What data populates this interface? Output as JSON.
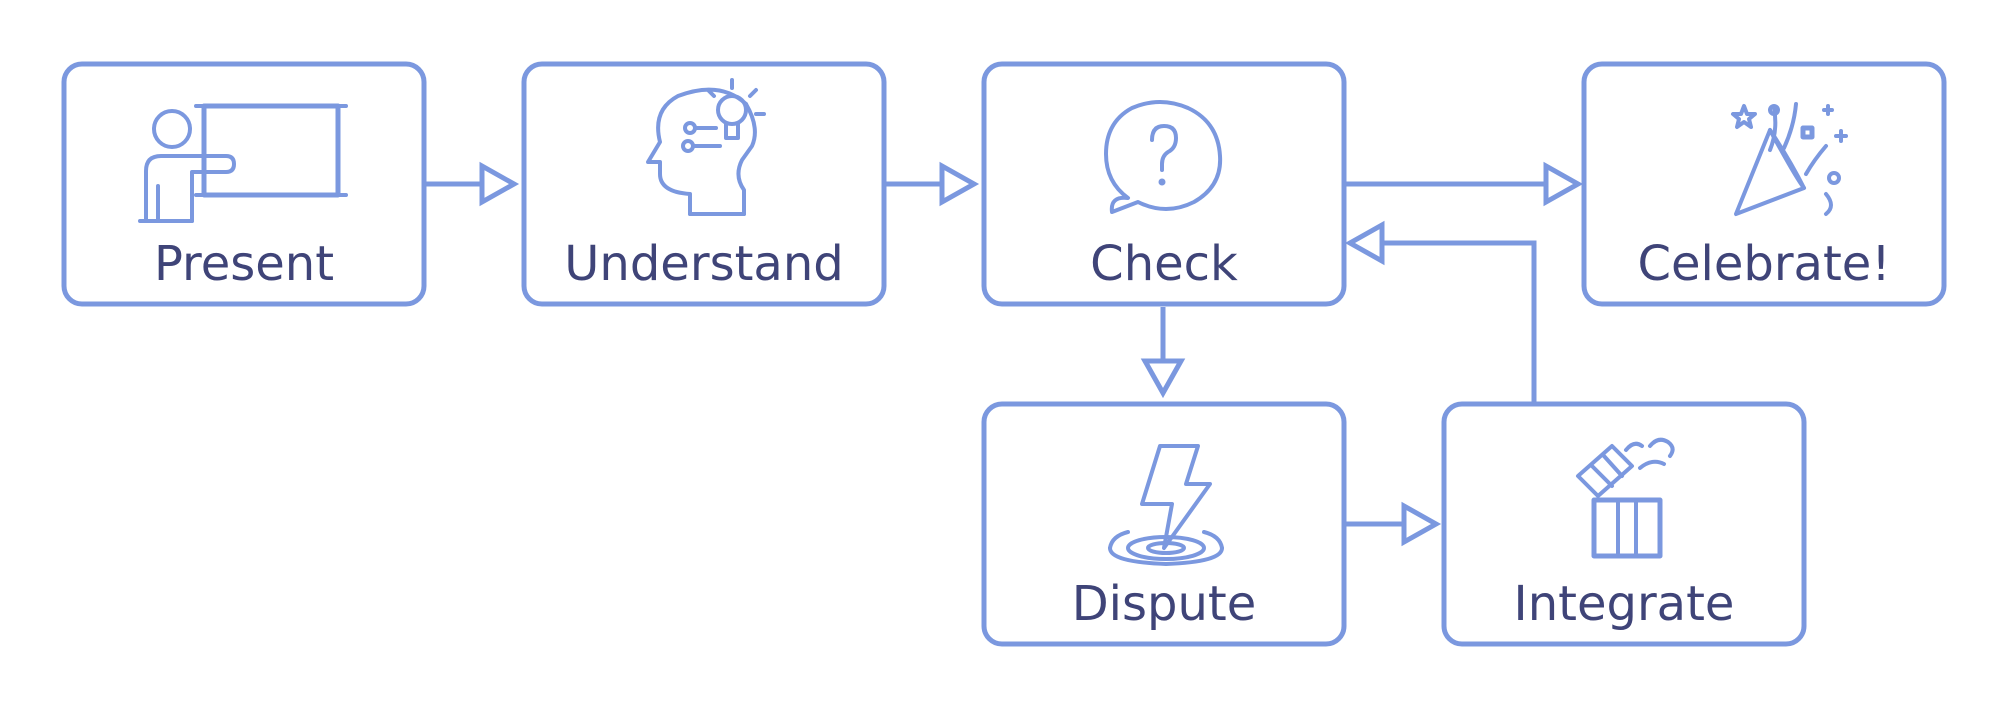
{
  "diagram": {
    "steps": {
      "present": {
        "label": "Present",
        "icon": "presenter-whiteboard-icon"
      },
      "understand": {
        "label": "Understand",
        "icon": "head-lightbulb-icon"
      },
      "check": {
        "label": "Check",
        "icon": "question-bubble-icon"
      },
      "celebrate": {
        "label": "Celebrate!",
        "icon": "party-popper-icon"
      },
      "dispute": {
        "label": "Dispute",
        "icon": "lightning-impact-icon"
      },
      "integrate": {
        "label": "Integrate",
        "icon": "gift-box-icon"
      }
    },
    "connections": [
      {
        "from": "Present",
        "to": "Understand"
      },
      {
        "from": "Understand",
        "to": "Check"
      },
      {
        "from": "Check",
        "to": "Celebrate!"
      },
      {
        "from": "Check",
        "to": "Dispute"
      },
      {
        "from": "Dispute",
        "to": "Integrate"
      },
      {
        "from": "Integrate",
        "to": "Check"
      }
    ],
    "colors": {
      "stroke": "#7b98df",
      "text": "#3f4478",
      "background": "#ffffff"
    }
  }
}
